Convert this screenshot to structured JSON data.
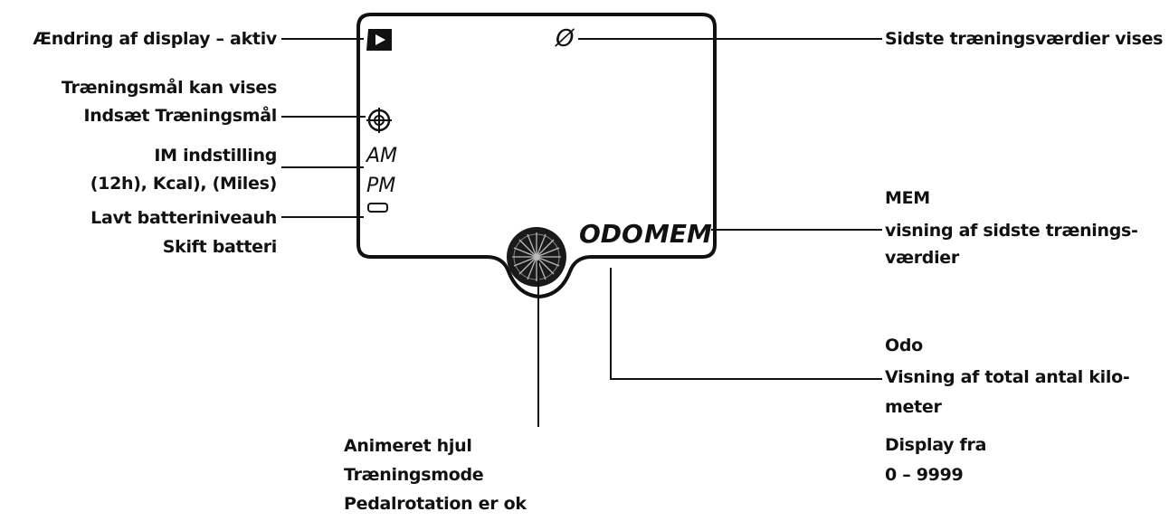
{
  "labels": {
    "display_change": "Ændring af display – aktiv",
    "goals_shown": "Træningsmål kan vises",
    "insert_goals": "Indsæt Træningsmål",
    "im_setting": "IM indstilling",
    "im_units": "(12h), Kcal), (Miles)",
    "low_battery": "Lavt batteriniveauh",
    "change_battery": "Skift batteri",
    "last_values_shown": "Sidste træningsværdier vises",
    "mem_title": "MEM",
    "mem_desc_1": "visning af sidste trænings-",
    "mem_desc_2": "værdier",
    "odo_title": "Odo",
    "odo_desc_1": "Visning af total antal kilo-",
    "odo_desc_2": "meter",
    "odo_range_1": "Display fra",
    "odo_range_2": "0 – 9999",
    "wheel_1": "Animeret hjul",
    "wheel_2": "Træningsmode",
    "wheel_3": "Pedalrotation er ok"
  },
  "lcd": {
    "avg_symbol": "Ø",
    "am": "AM",
    "pm": "PM",
    "odo": "ODO",
    "mem": "MEM"
  },
  "icons": [
    "display-change-icon",
    "target-icon",
    "battery-icon",
    "wheel-icon"
  ]
}
